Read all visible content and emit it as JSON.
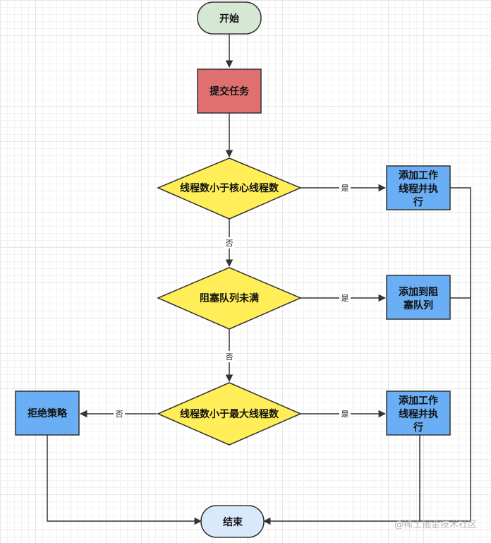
{
  "nodes": {
    "start": "开始",
    "submit": "提交任务",
    "cond_core": "线程数小于核心线程数",
    "cond_queue": "阻塞队列未满",
    "cond_max": "线程数小于最大线程数",
    "add_core": [
      "添加工作",
      "线程并执",
      "行"
    ],
    "add_queue": [
      "添加到阻",
      "塞队列"
    ],
    "add_max": [
      "添加工作",
      "线程并执",
      "行"
    ],
    "reject": "拒绝策略",
    "end": "结束"
  },
  "labels": {
    "yes": "是",
    "no": "否"
  },
  "watermark": "@稀土掘金技术社区",
  "colors": {
    "start_end_green": "#d5e8d4",
    "end_blue": "#dae8fc",
    "submit_red": "#e07070",
    "decision_yellow": "#ffee58",
    "action_blue": "#6aaef5",
    "line": "#333333"
  }
}
